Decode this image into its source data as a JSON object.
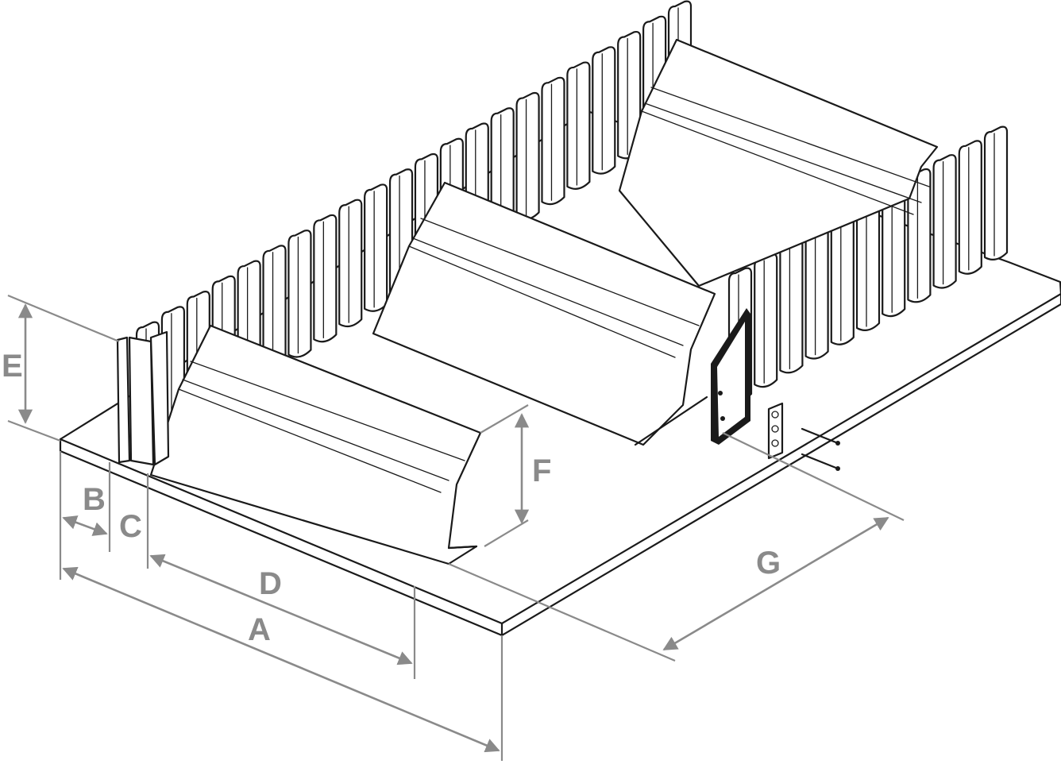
{
  "figure": {
    "labels": {
      "a": "A",
      "b": "B",
      "c": "C",
      "d": "D",
      "e": "E",
      "f": "F",
      "g": "G"
    },
    "colors": {
      "ink": "#1a1a1a",
      "dimension": "#8a8a8a",
      "background": "#ffffff"
    }
  }
}
